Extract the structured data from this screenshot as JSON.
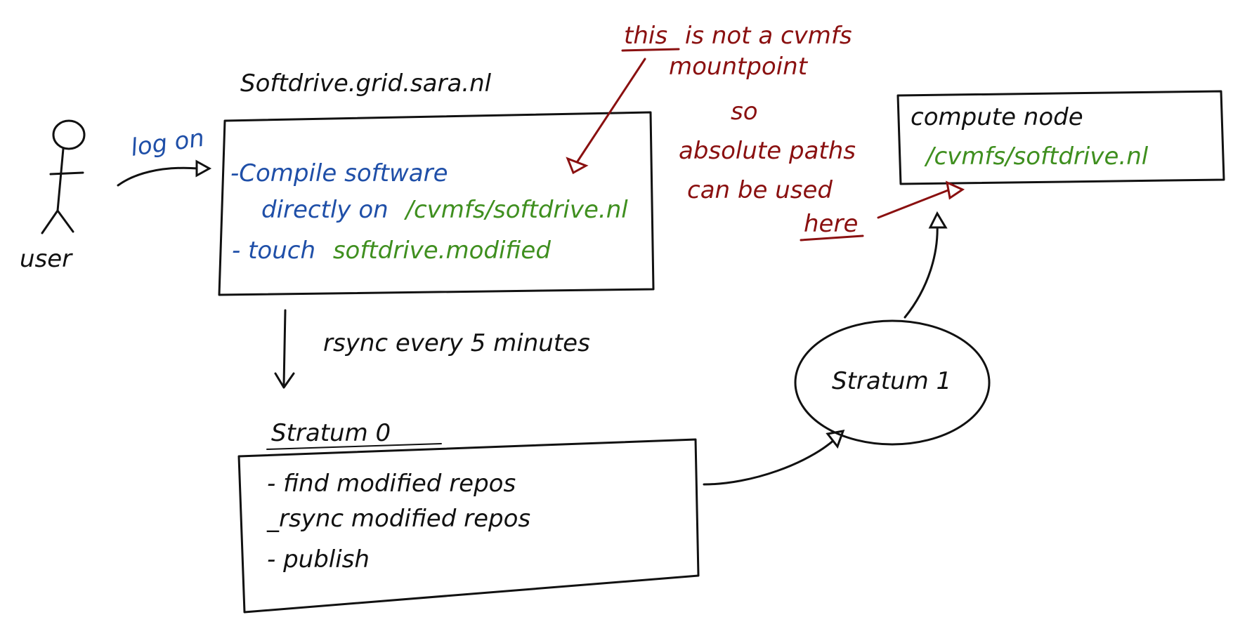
{
  "colors": {
    "black": "#111111",
    "blue": "#1f4fa8",
    "green": "#3f8f1f",
    "red": "#8a1010"
  },
  "user": {
    "label": "user"
  },
  "logon": {
    "label": "log on"
  },
  "softdrive": {
    "hostname": "Softdrive.grid.sara.nl",
    "line1_prefix": "-Compile software",
    "line2_prefix": "directly on",
    "line2_path": "/cvmfs/softdrive.nl",
    "line3_prefix": "- touch",
    "line3_file": "softdrive.modified"
  },
  "rsync": {
    "label": "rsync every 5 minutes"
  },
  "stratum0": {
    "title": "Stratum 0",
    "items": [
      "- find modified repos",
      "_rsync modified repos",
      "- publish"
    ]
  },
  "stratum1": {
    "label": "Stratum 1"
  },
  "compute_node": {
    "title": "compute node",
    "path": "/cvmfs/softdrive.nl"
  },
  "note_mountpoint": {
    "word": "this",
    "rest": "is not a cvmfs",
    "line2": "mountpoint"
  },
  "note_paths": {
    "line1": "so",
    "line2": "absolute paths",
    "line3": "can be used",
    "line4": "here"
  }
}
